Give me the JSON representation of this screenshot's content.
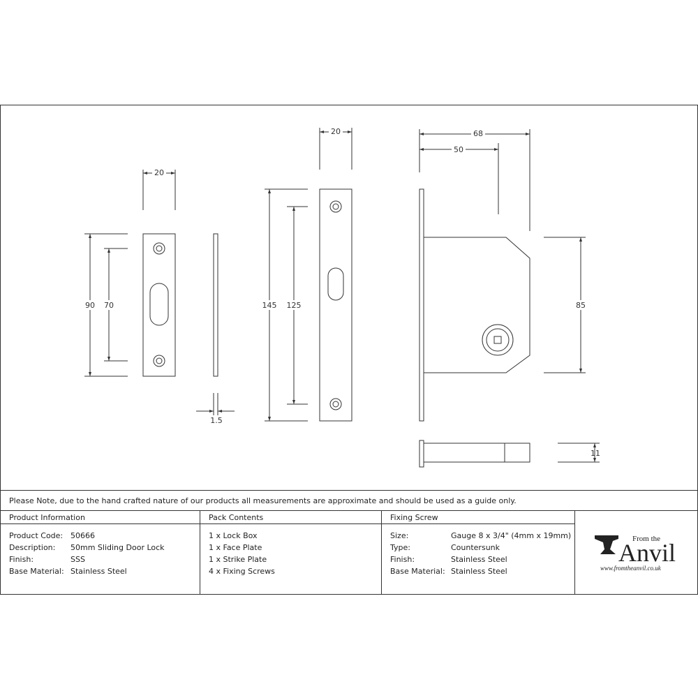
{
  "dimensions": {
    "plate_width": "20",
    "plate_height": "90",
    "plate_hole_spacing": "70",
    "plate_thickness": "1.5",
    "face_width": "20",
    "face_height": "145",
    "face_hole_spacing": "125",
    "box_total_depth": "68",
    "box_backset": "50",
    "box_height": "85",
    "bolt_thickness": "11"
  },
  "note": "Please Note, due to the hand crafted nature of our products all measurements are approximate and should be used as a guide only.",
  "product_info": {
    "heading": "Product Information",
    "rows": [
      {
        "label": "Product Code:",
        "value": "50666"
      },
      {
        "label": "Description:",
        "value": "50mm Sliding Door Lock"
      },
      {
        "label": "Finish:",
        "value": "SSS"
      },
      {
        "label": "Base Material:",
        "value": "Stainless Steel"
      }
    ]
  },
  "pack_contents": {
    "heading": "Pack Contents",
    "items": [
      "1 x Lock Box",
      "1 x Face Plate",
      "1 x Strike Plate",
      "4 x Fixing Screws"
    ]
  },
  "fixing_screw": {
    "heading": "Fixing Screw",
    "rows": [
      {
        "label": "Size:",
        "value": "Gauge 8 x 3/4\" (4mm x 19mm)"
      },
      {
        "label": "Type:",
        "value": "Countersunk"
      },
      {
        "label": "Finish:",
        "value": "Stainless Steel"
      },
      {
        "label": "Base Material:",
        "value": "Stainless Steel"
      }
    ]
  },
  "logo": {
    "from_the": "From the",
    "brand": "Anvil",
    "url": "www.fromtheanvil.co.uk",
    "icon": "anvil-icon"
  }
}
